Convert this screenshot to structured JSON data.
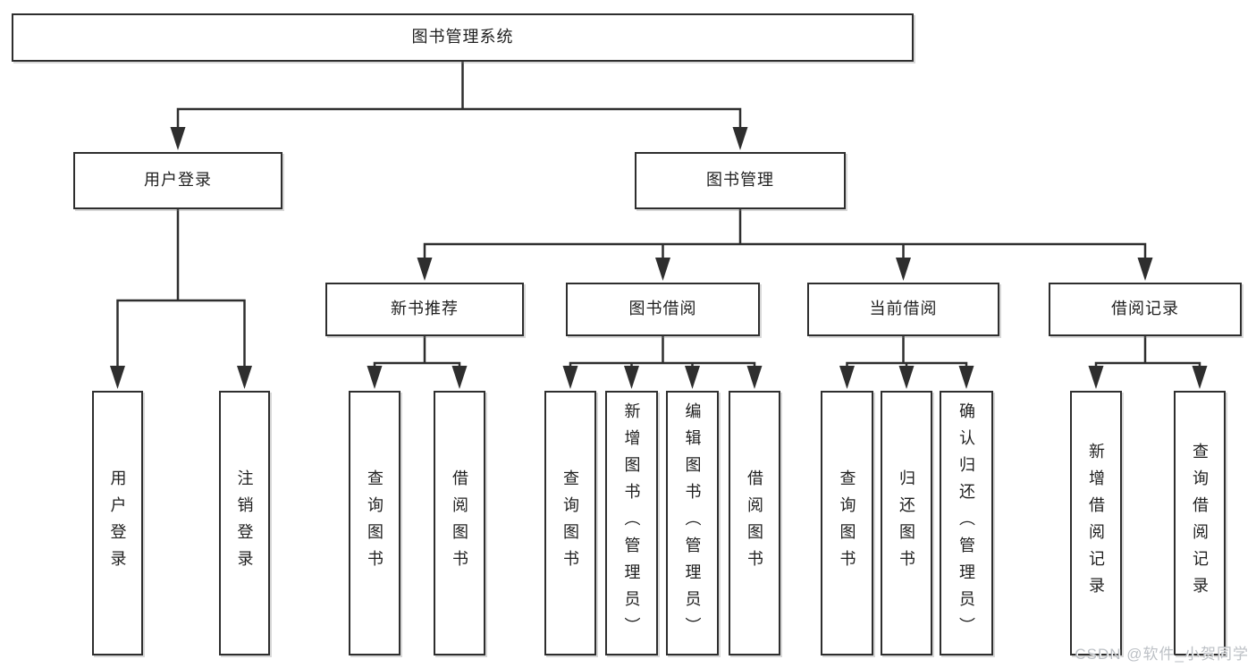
{
  "diagram_title": "图书管理系统",
  "watermark": "CSDN @软件_小贺同学",
  "colors": {
    "line": "#2e2e2e",
    "box_border": "#2e2e2e",
    "box_background": "#ffffff",
    "text": "#1f1f1f",
    "watermark": "#bdc1c6",
    "page_background": "#ffffff"
  },
  "tree": {
    "id": "library-system",
    "label": "图书管理系统",
    "children": [
      {
        "id": "user-login",
        "label": "用户登录",
        "children": [
          {
            "id": "user-login-action",
            "label": "用户登录"
          },
          {
            "id": "logout-action",
            "label": "注销登录"
          }
        ]
      },
      {
        "id": "book-management",
        "label": "图书管理",
        "children": [
          {
            "id": "new-book-recommendation",
            "label": "新书推荐",
            "children": [
              {
                "id": "recommend-query-books",
                "label": "查询图书"
              },
              {
                "id": "recommend-borrow-books",
                "label": "借阅图书"
              }
            ]
          },
          {
            "id": "book-borrowing",
            "label": "图书借阅",
            "children": [
              {
                "id": "borrowing-query-books",
                "label": "查询图书"
              },
              {
                "id": "borrowing-add-books-admin",
                "label": "新增图书（管理员）"
              },
              {
                "id": "borrowing-edit-books-admin",
                "label": "编辑图书（管理员）"
              },
              {
                "id": "borrowing-borrow-books",
                "label": "借阅图书"
              }
            ]
          },
          {
            "id": "current-borrowing",
            "label": "当前借阅",
            "children": [
              {
                "id": "current-query-books",
                "label": "查询图书"
              },
              {
                "id": "current-return-books",
                "label": "归还图书"
              },
              {
                "id": "current-confirm-return-admin",
                "label": "确认归还（管理员）"
              }
            ]
          },
          {
            "id": "borrowing-records",
            "label": "借阅记录",
            "children": [
              {
                "id": "records-add-borrow-record",
                "label": "新增借阅记录"
              },
              {
                "id": "records-query-borrow-record",
                "label": "查询借阅记录"
              }
            ]
          }
        ]
      }
    ]
  }
}
